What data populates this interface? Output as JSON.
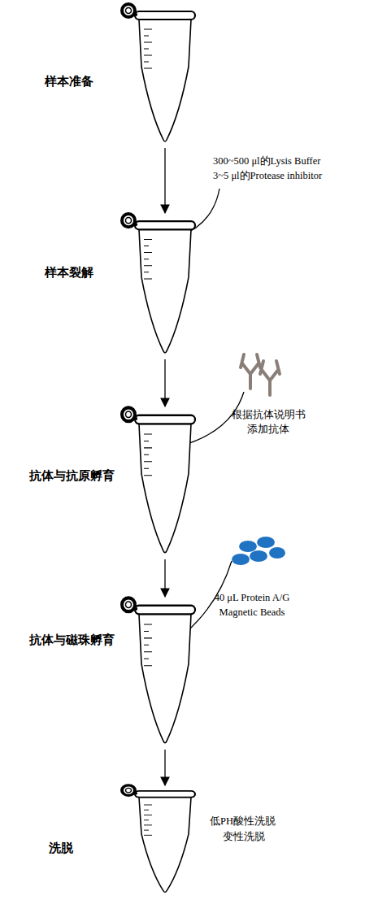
{
  "diagram": {
    "nodes": [
      {
        "text": [
          "样本准备"
        ]
      },
      {
        "text": [
          "样本裂解"
        ]
      },
      {
        "text": [
          "抗体与抗原孵育"
        ]
      },
      {
        "text": [
          "抗体与磁珠孵育"
        ]
      },
      {
        "text": [
          "洗脱"
        ]
      }
    ],
    "edges": [
      {
        "from": 0,
        "to": 1,
        "arrow": "to"
      },
      {
        "from": 1,
        "to": 2,
        "arrow": "to"
      },
      {
        "from": 2,
        "to": 3,
        "arrow": "to"
      },
      {
        "from": 3,
        "to": 4,
        "arrow": "to"
      }
    ],
    "labels": [
      "300~500 μl的Lysis Buffer",
      "3~5 μl的Protease inhibitor",
      "根据抗体说明书",
      "添加抗体",
      "40 μL Protein A/G",
      "Magnetic Beads",
      "低PH酸性洗脱",
      "变性洗脱"
    ]
  }
}
